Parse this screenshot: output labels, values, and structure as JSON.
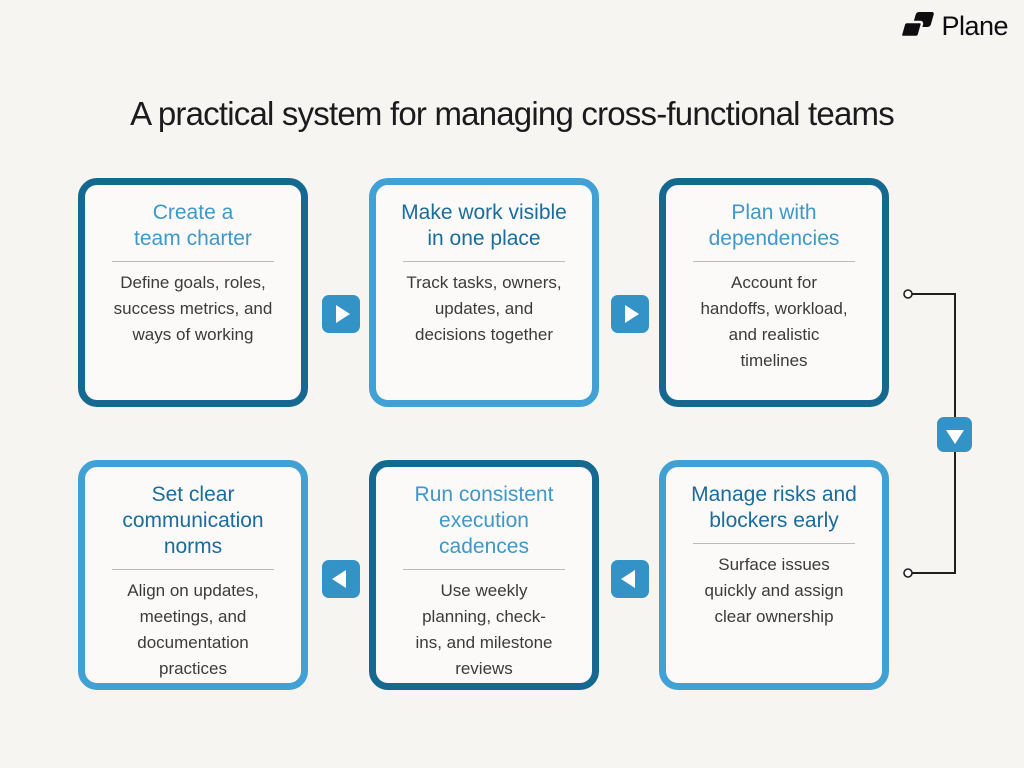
{
  "brand": {
    "name": "Plane",
    "logo_icon": "plane-logo-mark"
  },
  "title": "A practical system for managing cross-functional teams",
  "cards": [
    {
      "title": "Create a\nteam charter",
      "body": "Define goals, roles,\nsuccess metrics, and\nways of working",
      "accent": "dark-border"
    },
    {
      "title": "Make work visible\nin one place",
      "body": "Track tasks, owners,\nupdates, and\ndecisions together",
      "accent": "light-border"
    },
    {
      "title": "Plan with\ndependencies",
      "body": "Account for\nhandoffs, workload,\nand realistic\ntimelines",
      "accent": "dark-border"
    },
    {
      "title": "Set clear\ncommunication\nnorms",
      "body": "Align on updates,\nmeetings, and\ndocumentation\npractices",
      "accent": "light-border"
    },
    {
      "title": "Run consistent\nexecution\ncadences",
      "body": "Use weekly\nplanning, check-\nins, and milestone\nreviews",
      "accent": "dark-border"
    },
    {
      "title": "Manage risks and\nblockers early",
      "body": "Surface issues\nquickly and assign\nclear ownership",
      "accent": "light-border"
    }
  ],
  "arrows": {
    "row1_direction": "right",
    "row2_direction": "left",
    "bridge_direction": "down"
  },
  "colors": {
    "background": "#f6f5f2",
    "card_background": "#fbfaf8",
    "dark_border": "#15688f",
    "light_border": "#41a1d4",
    "dark_title_text": "#1a6c9b",
    "light_title_text": "#3e98c8",
    "arrow_button": "#3392c6",
    "body_text": "#3b3b3b",
    "connector_line": "#1f1f1f"
  }
}
